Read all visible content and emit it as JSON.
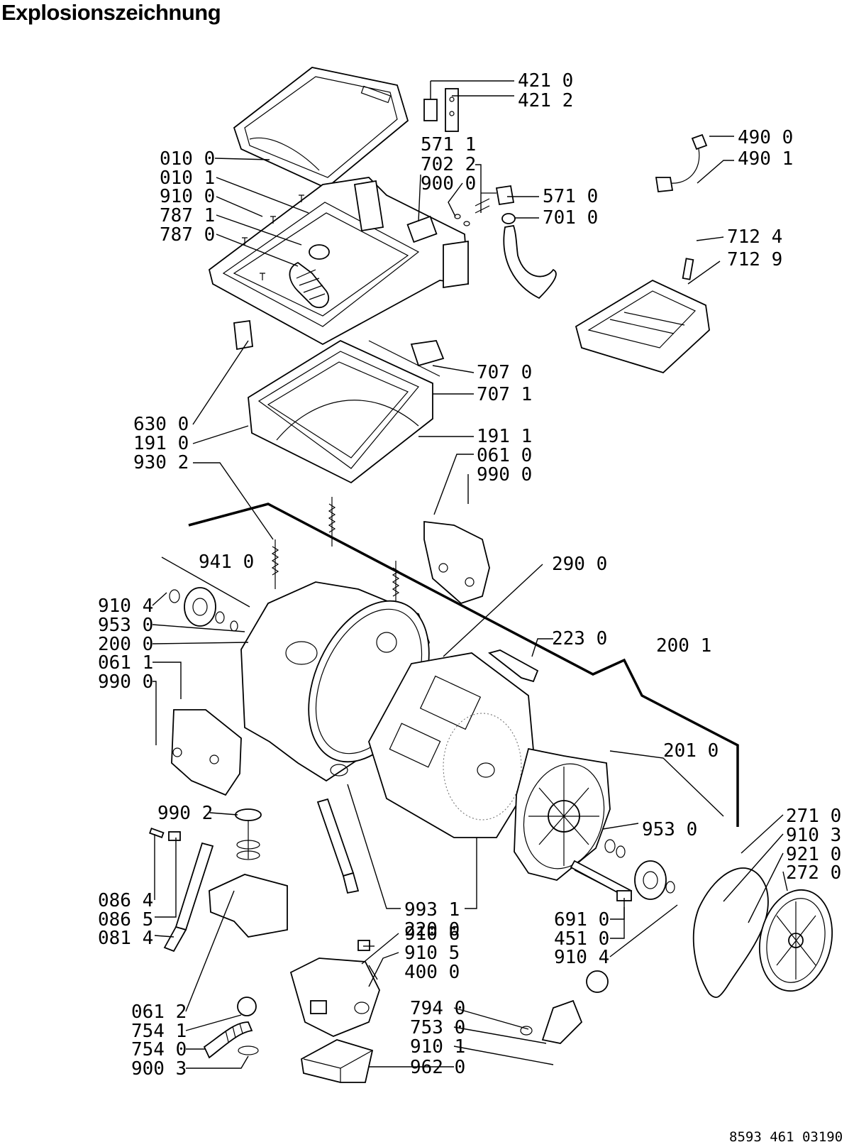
{
  "title": "Explosionszeichnung",
  "footer": "8593 461 03190",
  "labels": [
    "421 0",
    "421 2",
    "571 1",
    "702 2",
    "900 0",
    "571 0",
    "701 0",
    "490 0",
    "490 1",
    "010 0",
    "010 1",
    "910 0",
    "787 1",
    "787 0",
    "712 4",
    "712 9",
    "707 0",
    "707 1",
    "630 0",
    "191 0",
    "930 2",
    "191 1",
    "061 0",
    "990 0",
    "941 0",
    "290 0",
    "910 4",
    "953 0",
    "200 0",
    "061 1",
    "990 0",
    "223 0",
    "200 1",
    "201 0",
    "953 0",
    "990 2",
    "271 0",
    "910 3",
    "921 0",
    "272 0",
    "086 4",
    "086 5",
    "081 4",
    "993 1",
    "220 0",
    "691 0",
    "451 0",
    "910 4",
    "910 6",
    "910 5",
    "400 0",
    "061 2",
    "754 1",
    "754 0",
    "900 3",
    "794 0",
    "753 0",
    "910 1",
    "962 0"
  ],
  "colors": {
    "ink": "#000000",
    "paper": "#ffffff"
  }
}
